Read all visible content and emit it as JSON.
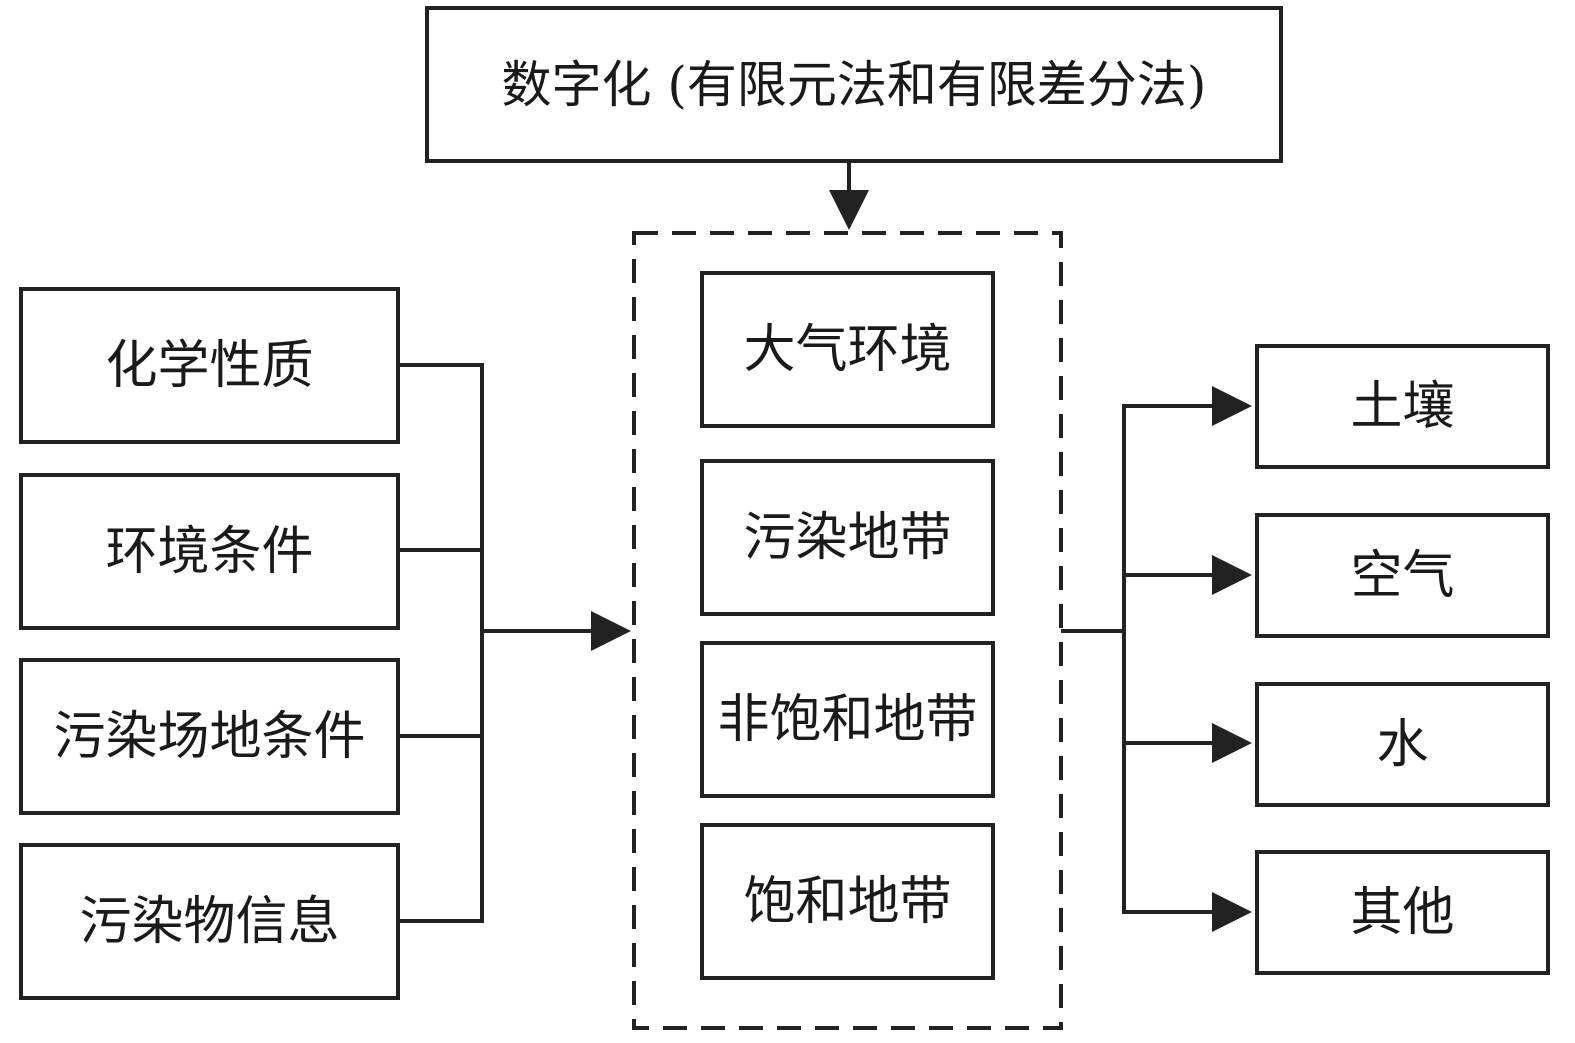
{
  "title": "数字化 (有限元法和有限差分法)",
  "inputs": [
    "化学性质",
    "环境条件",
    "污染场地条件",
    "污染物信息"
  ],
  "zones": [
    "大气环境",
    "污染地带",
    "非饱和地带",
    "饱和地带"
  ],
  "outputs": [
    "土壤",
    "空气",
    "水",
    "其他"
  ]
}
